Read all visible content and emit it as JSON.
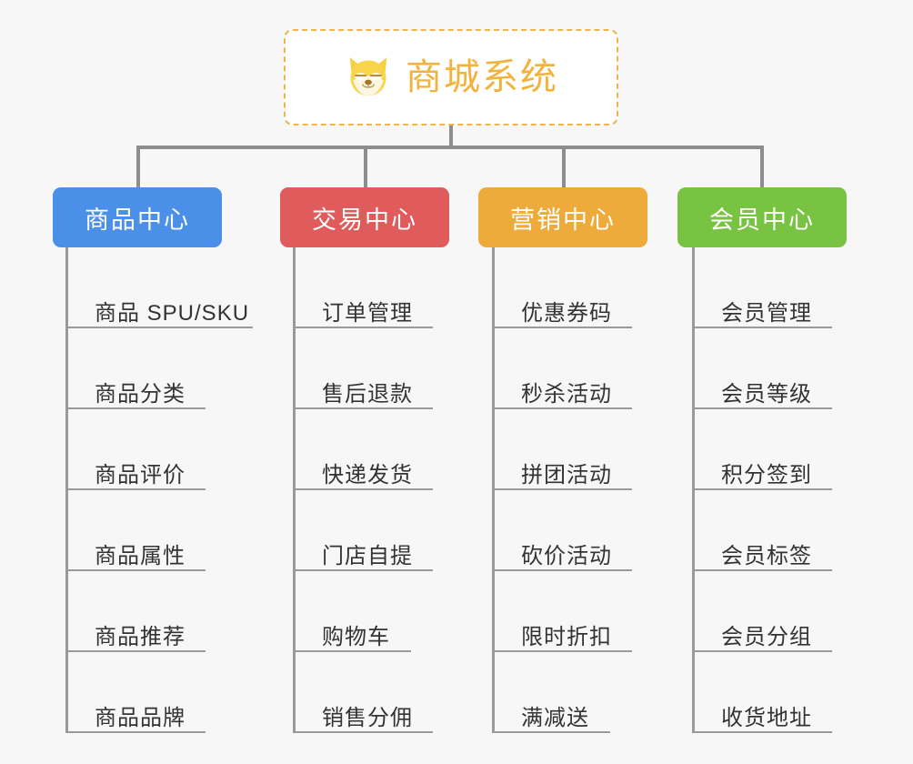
{
  "page": {
    "background_color": "#f7f7f7",
    "type": "mindmap"
  },
  "root": {
    "title": "商城系统",
    "logo_icon": "shiba-dog-icon",
    "border_color": "#f0b44a",
    "title_color": "#f2b33d"
  },
  "branches": [
    {
      "label": "商品中心",
      "color": "#4a90e8",
      "items": [
        "商品 SPU/SKU",
        "商品分类",
        "商品评价",
        "商品属性",
        "商品推荐",
        "商品品牌"
      ]
    },
    {
      "label": "交易中心",
      "color": "#e05b5b",
      "items": [
        "订单管理",
        "售后退款",
        "快递发货",
        "门店自提",
        "购物车",
        "销售分佣"
      ]
    },
    {
      "label": "营销中心",
      "color": "#eeab3c",
      "items": [
        "优惠券码",
        "秒杀活动",
        "拼团活动",
        "砍价活动",
        "限时折扣",
        "满减送"
      ]
    },
    {
      "label": "会员中心",
      "color": "#78c342",
      "items": [
        "会员管理",
        "会员等级",
        "积分签到",
        "会员标签",
        "会员分组",
        "收货地址"
      ]
    }
  ]
}
